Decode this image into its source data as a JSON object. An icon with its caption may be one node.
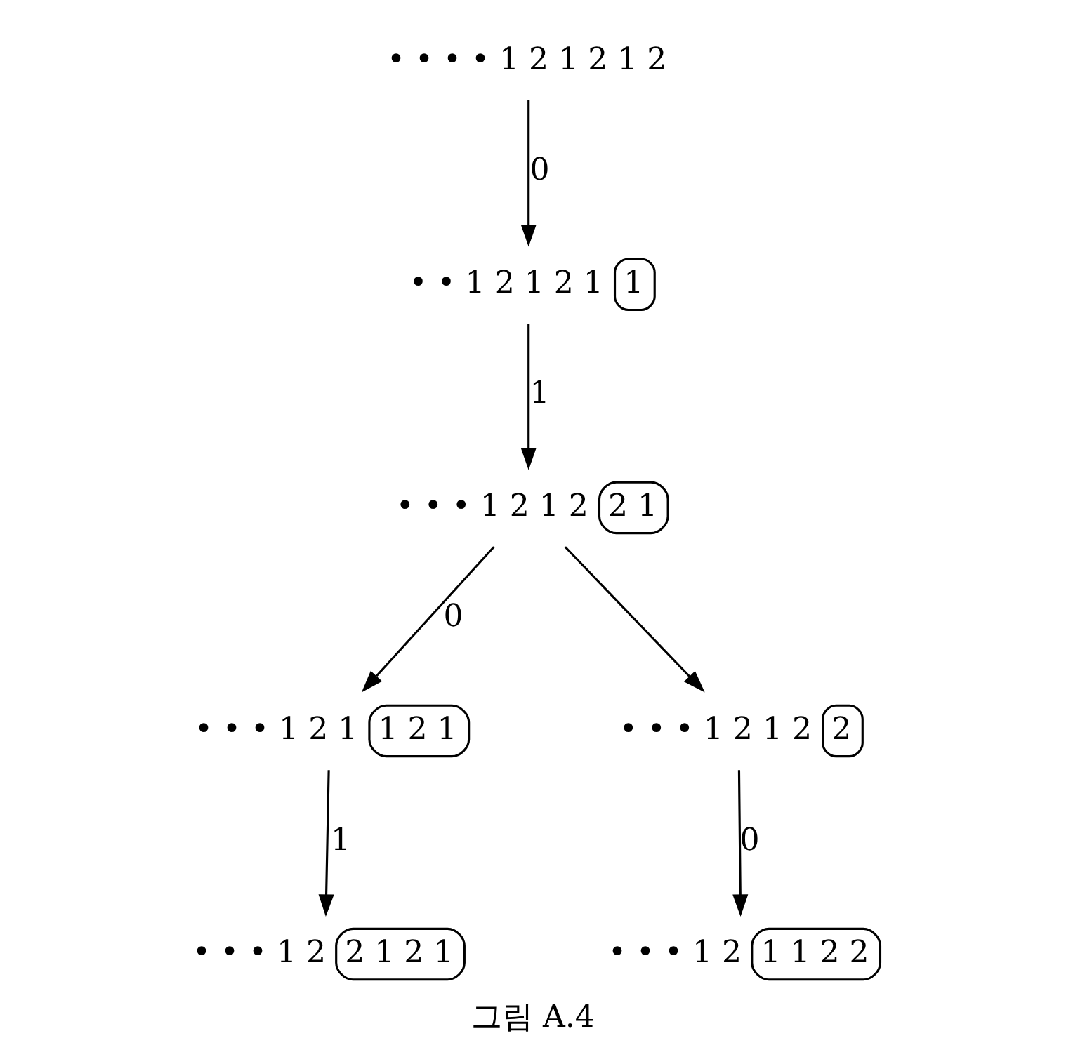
{
  "diagram": {
    "caption": "그림 A.4",
    "nodes": [
      {
        "text": [
          "• • • • 1 2 1 2 1 2"
        ]
      },
      {
        "text": [
          "• • 1 2 1 2 1",
          "1"
        ]
      },
      {
        "text": [
          "• • • 1 2 1 2",
          "2 1"
        ]
      },
      {
        "text": [
          "• • • 1 2 1",
          "1 2 1"
        ]
      },
      {
        "text": [
          "• • • 1 2 1 2",
          "2"
        ]
      },
      {
        "text": [
          "• • • 1 2",
          "2 1 2 1"
        ]
      },
      {
        "text": [
          "• • • 1 2",
          "1 1 2 2"
        ]
      }
    ],
    "edges": [
      {
        "from": 0,
        "to": 1,
        "arrow": "to",
        "label": "0"
      },
      {
        "from": 1,
        "to": 2,
        "arrow": "to",
        "label": "1"
      },
      {
        "from": 2,
        "to": 3,
        "arrow": "to",
        "label": "0"
      },
      {
        "from": 2,
        "to": 4,
        "arrow": "to"
      },
      {
        "from": 3,
        "to": 5,
        "arrow": "to",
        "label": "1"
      },
      {
        "from": 4,
        "to": 6,
        "arrow": "to",
        "label": "0"
      }
    ]
  }
}
